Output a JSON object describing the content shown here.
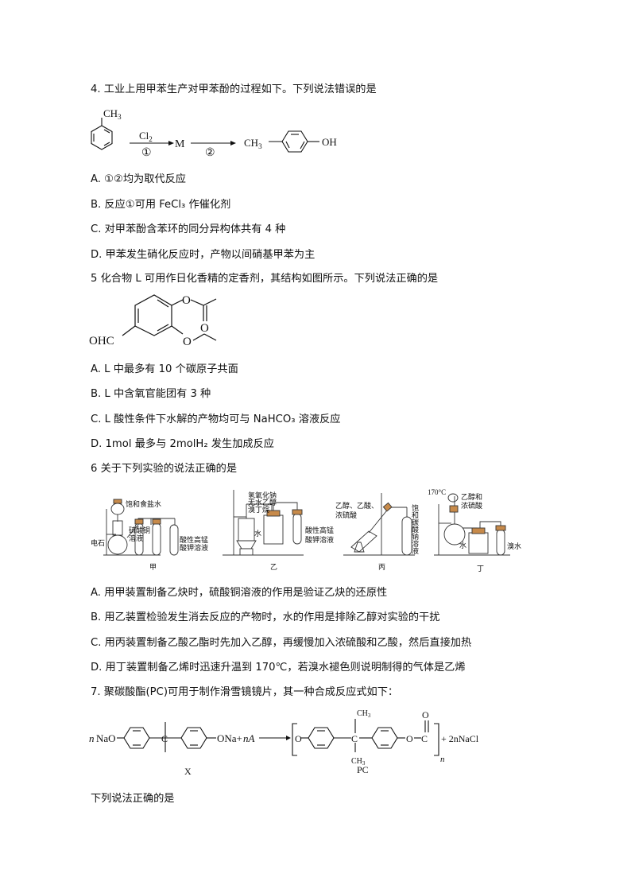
{
  "q4": {
    "stem": "4. 工业上用甲苯生产对甲苯酚的过程如下。下列说法错误的是",
    "scheme": {
      "ch3_top": "CH",
      "ch3_top_sub": "3",
      "cl2": "Cl",
      "cl2_sub": "2",
      "step1": "①",
      "m": "M",
      "step2": "②",
      "product_ch3": "CH",
      "product_ch3_sub": "3",
      "product_oh": "OH"
    },
    "options": [
      "A. ①②均为取代反应",
      "B. 反应①可用 FeCl₃ 作催化剂",
      "C. 对甲苯酚含苯环的同分异构体共有 4 种",
      "D. 甲苯发生硝化反应时，产物以间硝基甲苯为主"
    ]
  },
  "q5": {
    "stem": "5  化合物 L 可用作日化香精的定香剂，其结构如图所示。下列说法正确的是",
    "structure": {
      "ohc": "OHC",
      "o1": "O",
      "o2": "O",
      "o3": "O"
    },
    "options": [
      "A. L 中最多有 10 个碳原子共面",
      "B. L 中含氧官能团有  3 种",
      "C. L 酸性条件下水解的产物均可与 NaHCO₃ 溶液反应",
      "D. 1mol 最多与 2molH₂ 发生加成反应"
    ]
  },
  "q6": {
    "stem": "6  关于下列实验的说法正确的是",
    "apparatus": {
      "jia": {
        "caption": "甲",
        "l1": "饱和食盐水",
        "l2": "硫酸铜",
        "l3": "溶液",
        "l4": "电石",
        "l5": "酸性高锰",
        "l6": "酸钾溶液"
      },
      "yi": {
        "caption": "乙",
        "l1": "氢氧化钠",
        "l2": "无水乙醇",
        "l3": "溴丁烷",
        "l4": "水",
        "l5": "酸性高锰",
        "l6": "酸钾溶液"
      },
      "bing": {
        "caption": "丙",
        "l1": "乙醇、乙酸、",
        "l2": "浓硫酸",
        "l3": "饱和碳酸钠溶液"
      },
      "ding": {
        "caption": "丁",
        "l1": "170°C",
        "l2": "乙醇和",
        "l3": "浓硫酸",
        "l4": "水",
        "l5": "溴水"
      }
    },
    "options": [
      "A. 用甲装置制备乙炔时，硫酸铜溶液的作用是验证乙炔的还原性",
      "B. 用乙装置检验发生消去反应的产物时，水的作用是排除乙醇对实验的干扰",
      "C. 用丙装置制备乙酸乙酯时先加入乙醇，再缓慢加入浓硫酸和乙酸，然后直接加热",
      "D. 用丁装置制备乙烯时迅速升温到 170℃，若溴水褪色则说明制得的气体是乙烯"
    ]
  },
  "q7": {
    "stem": "7.  聚碳酸酯(PC)可用于制作滑雪镜镜片，其一种合成反应式如下：",
    "equation": {
      "n1": "n",
      "nao": "NaO",
      "ona": "ONa+",
      "na": "nA",
      "x": "X",
      "o_left": "O",
      "o_right": "O",
      "c": "C",
      "o_carbonyl": "O",
      "ch3": "CH",
      "ch3_sub": "3",
      "n2": "n",
      "nacl": "+ 2nNaCl",
      "pc": "PC"
    },
    "after": "下列说法正确的是"
  }
}
